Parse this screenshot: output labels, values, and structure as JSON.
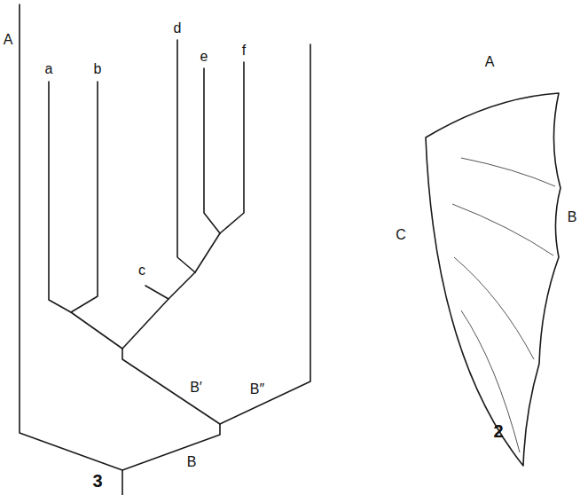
{
  "diagram": {
    "labels": [
      "A",
      "a",
      "b",
      "d",
      "e",
      "f",
      "c",
      "B′",
      "B″",
      "B",
      "3",
      "A",
      "B",
      "C",
      "2"
    ]
  }
}
